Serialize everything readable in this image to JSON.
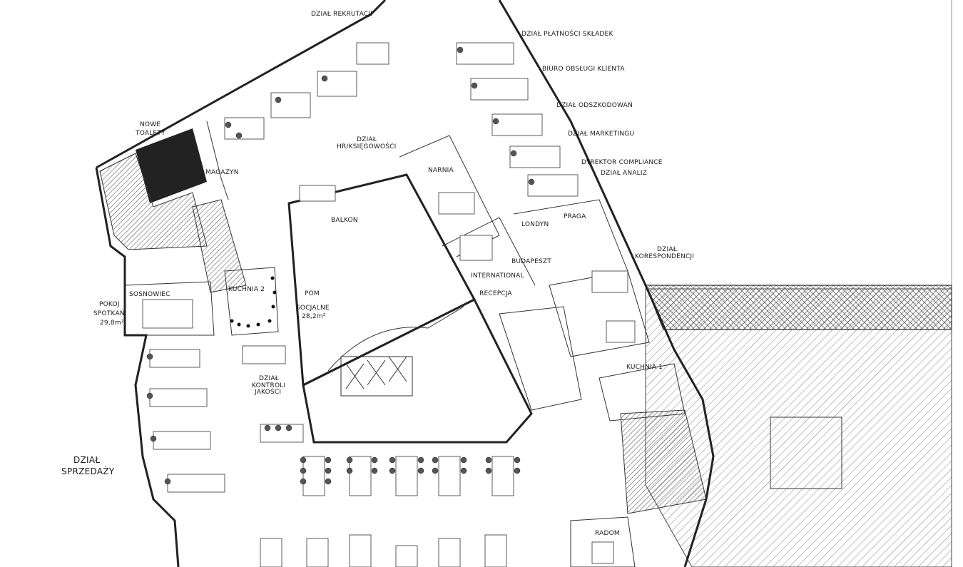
{
  "labels": {
    "dzial_rekrutacji": "DZIAŁ REKRUTACJI",
    "dzial_platnosci": "DZIAŁ PŁATNOŚCI SKŁADEK",
    "biuro_obslugi": "BIURO OBSŁUGI KLIENTA",
    "dzial_odszkodowan": "DZIAŁ ODSZKODOWAŃ",
    "dzial_marketingu": "DZIAŁ MARKETINGU",
    "dyrektor_compliance": "DYREKTOR COMPLIANCE",
    "dzial_analiz": "DZIAŁ ANALIZ",
    "nowe": "NOWE",
    "toalety": "TOALETY",
    "magazyn": "MAGAZYN",
    "dzial_hr_1": "DZIAŁ",
    "dzial_hr_2": "HR/KSIĘGOWOŚCI",
    "narnia": "NARNIA",
    "balkon": "BALKON",
    "londyn": "LONDYN",
    "praga": "PRAGA",
    "dzial_koresp_1": "DZIAŁ",
    "dzial_koresp_2": "KORESPONDENCJI",
    "budapeszt": "BUDAPESZT",
    "international": "INTERNATIONAL",
    "recepcja": "RECEPCJA",
    "kuchnia2": "KUCHNIA 2",
    "pom_1": "POM",
    "pom_2": "SOCJALNE",
    "pom_3": "28,2m²",
    "sosnowiec": "SOSNOWIEC",
    "pokoj_1": "POKOJ",
    "pokoj_2": "SPOTKAŃ",
    "pokoj_3": "29,8m²",
    "kontroli_1": "DZIAŁ",
    "kontroli_2": "KONTROLI",
    "kontroli_3": "JAKOŚCI",
    "kuchnia1": "KUCHNIA 1",
    "sprzedazy_1": "DZIAŁ",
    "sprzedazy_2": "SPRZEDAŻY",
    "radom": "RADOM"
  }
}
